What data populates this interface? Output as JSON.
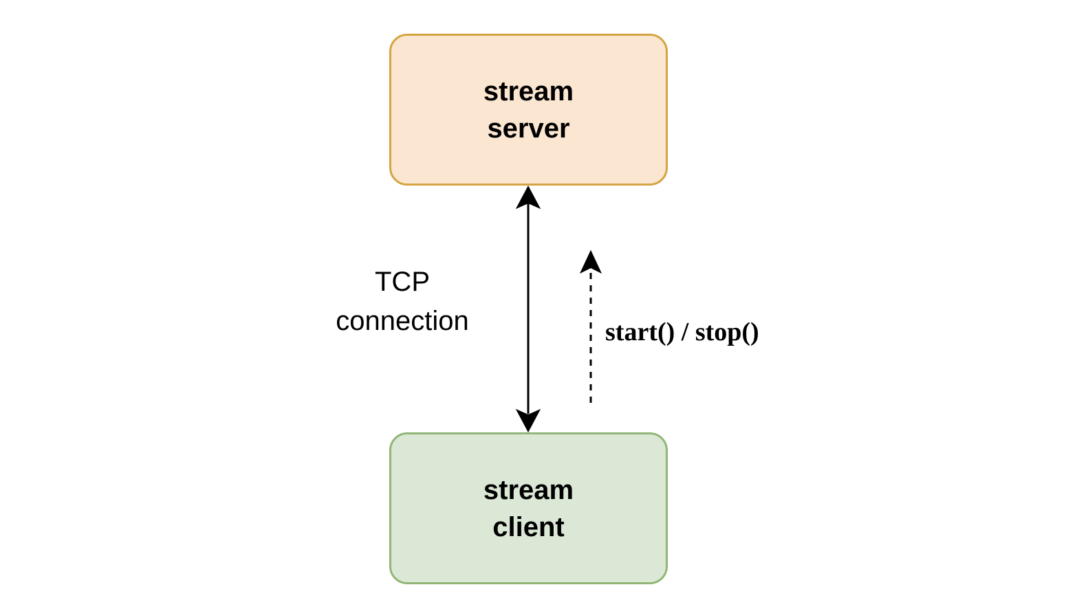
{
  "nodes": {
    "server": {
      "line1": "stream",
      "line2": "server",
      "fill": "#fbe6d1",
      "stroke": "#d5a440"
    },
    "client": {
      "line1": "stream",
      "line2": "client",
      "fill": "#dbe8d5",
      "stroke": "#8fb677"
    }
  },
  "edges": {
    "tcp": {
      "line1": "TCP",
      "line2": "connection",
      "style": "solid",
      "direction": "bidirectional"
    },
    "control": {
      "label": "start() / stop()",
      "style": "dashed",
      "direction": "client-to-server"
    }
  }
}
